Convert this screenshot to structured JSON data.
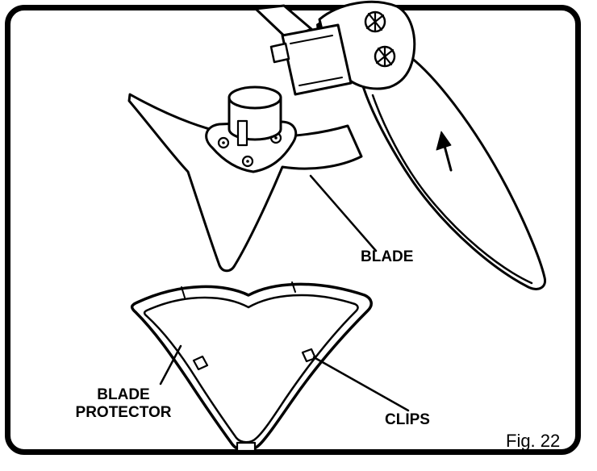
{
  "figure": {
    "caption": "Fig. 22",
    "labels": {
      "blade": "BLADE",
      "blade_protector": "BLADE PROTECTOR",
      "clips": "CLIPS"
    },
    "icons": {
      "direction_arrow": "↑"
    },
    "colors": {
      "ink": "#000000",
      "background": "#ffffff"
    }
  }
}
